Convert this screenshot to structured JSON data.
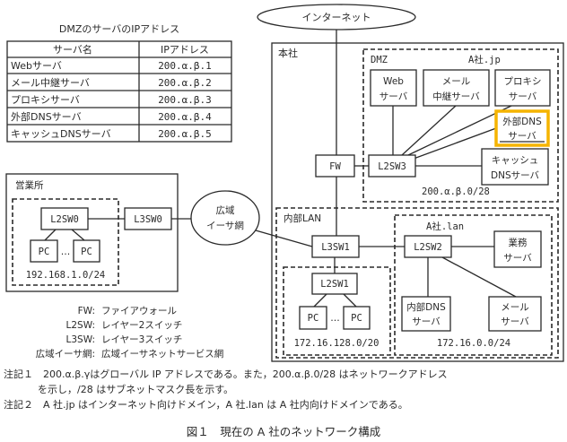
{
  "table": {
    "caption": "DMZのサーバのIPアドレス",
    "headers": [
      "サーバ名",
      "IPアドレス"
    ],
    "rows": [
      [
        "Webサーバ",
        "200.α.β.1"
      ],
      [
        "メール中継サーバ",
        "200.α.β.2"
      ],
      [
        "プロキシサーバ",
        "200.α.β.3"
      ],
      [
        "外部DNSサーバ",
        "200.α.β.4"
      ],
      [
        "キャッシュDNSサーバ",
        "200.α.β.5"
      ]
    ]
  },
  "diagram": {
    "internet": "インターネット",
    "wan": [
      "広域",
      "イーサ網"
    ],
    "honsha": {
      "label": "本社",
      "fw": "FW",
      "dmz": {
        "label": "DMZ",
        "domain": "A社.jp",
        "subnet": "200.α.β.0/28",
        "switch": "L2SW3",
        "servers": {
          "web": [
            "Web",
            "サーバ"
          ],
          "mail_relay": [
            "メール",
            "中継サーバ"
          ],
          "proxy": [
            "プロキシ",
            "サーバ"
          ],
          "ext_dns": [
            "外部DNS",
            "サーバ"
          ],
          "cache_dns": [
            "キャッシュ",
            "DNSサーバ"
          ]
        }
      },
      "internal_lan": {
        "label": "内部LAN",
        "l3switch": "L3SW1",
        "pc_segment": {
          "switch": "L2SW1",
          "pc": "PC",
          "ellipsis": "…",
          "subnet": "172.16.128.0/20"
        },
        "server_segment": {
          "domain": "A社.lan",
          "switch": "L2SW2",
          "subnet": "172.16.0.0/24",
          "servers": {
            "business": [
              "業務",
              "サーバ"
            ],
            "int_dns": [
              "内部DNS",
              "サーバ"
            ],
            "mail": [
              "メール",
              "サーバ"
            ]
          }
        }
      }
    },
    "branch": {
      "label": "営業所",
      "l2switch": "L2SW0",
      "l3switch": "L3SW0",
      "pc": "PC",
      "ellipsis": "…",
      "subnet": "192.168.1.0/24"
    },
    "highlight_color": "#f5b400"
  },
  "legend": [
    {
      "abbr": "FW:",
      "desc": "ファイアウォール"
    },
    {
      "abbr": "L2SW:",
      "desc": "レイヤー2スイッチ"
    },
    {
      "abbr": "L3SW:",
      "desc": "レイヤー3スイッチ"
    },
    {
      "abbr": "広域イーサ網:",
      "desc": "広域イーサネットサービス網"
    }
  ],
  "notes": {
    "note1_line1": "注記１　200.α.β.γはグローバル IP アドレスである。また，200.α.β.0/28 はネットワークアドレス",
    "note1_line2": "を示し，/28 はサブネットマスク長を示す。",
    "note2": "注記２　A 社.jp はインターネット向けドメイン，A 社.lan は A 社内向けドメインである。"
  },
  "figure_caption": "図１　現在の A 社のネットワーク構成"
}
